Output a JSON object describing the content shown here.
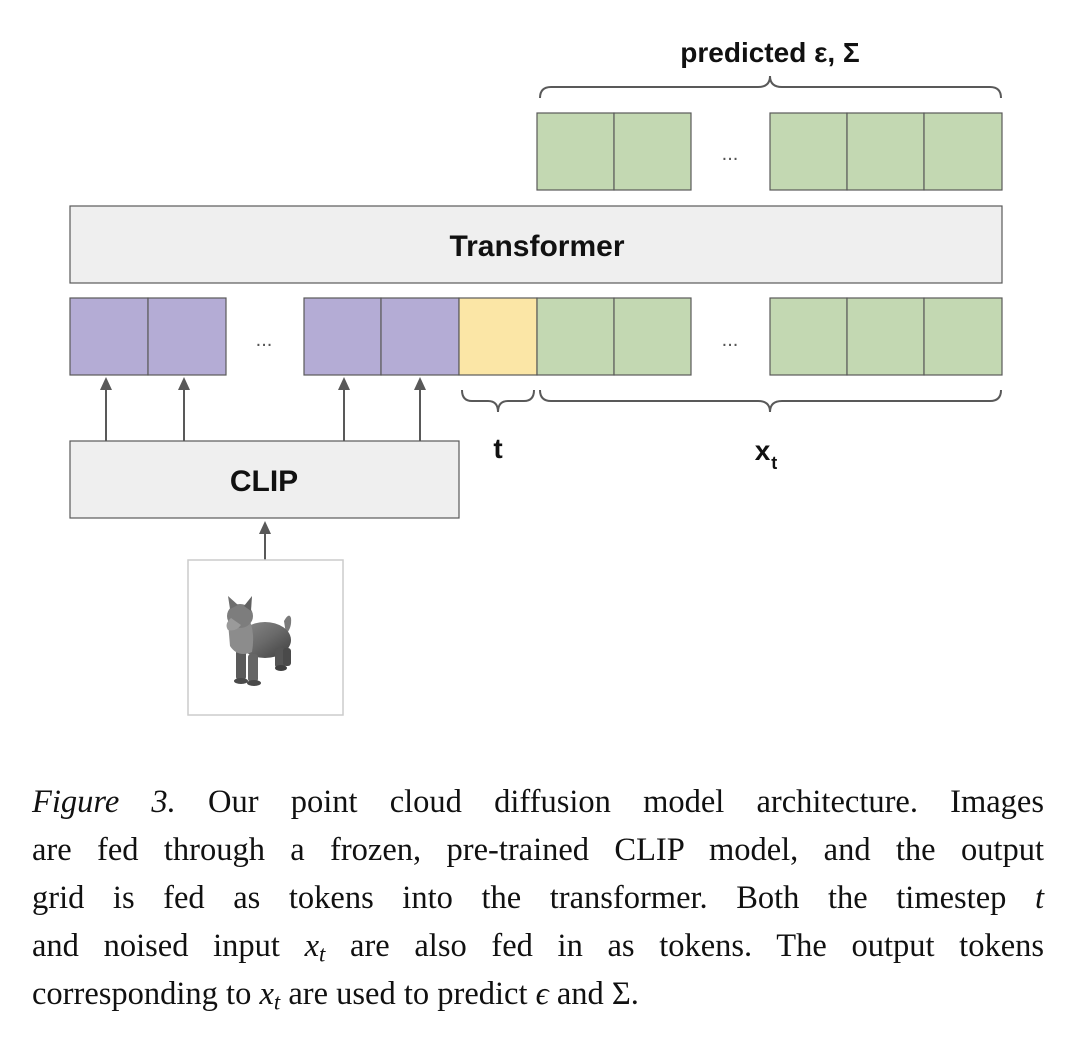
{
  "diagram": {
    "labels": {
      "predicted": "predicted ε, Σ",
      "transformer": "Transformer",
      "clip": "CLIP",
      "t": "t",
      "xt_base": "x",
      "xt_sub": "t",
      "ellipsis": "..."
    },
    "colors": {
      "clip_token": "#b4acd5",
      "timestep_token": "#fbe6a6",
      "x_token": "#c3d8b2",
      "block_fill": "#efefef",
      "stroke": "#595959"
    },
    "icons": {
      "input_image": "corgi-figure-icon"
    }
  },
  "caption": {
    "fig_label": "Figure 3.",
    "line1": "Our point cloud diffusion model architecture. Images",
    "line2": "are fed through a frozen, pre-trained CLIP model, and the output",
    "line3_a": "grid is fed as tokens into the transformer. Both the timestep",
    "line3_var": "t",
    "line4_a": "and noised input",
    "line4_var": "x",
    "line4_sub": "t",
    "line4_b": "are also fed in as tokens. The output tokens",
    "line5_a": "corresponding to",
    "line5_var": "x",
    "line5_sub": "t",
    "line5_b": "are used to predict",
    "line5_eps": "ϵ",
    "line5_c": "and",
    "line5_sigma": "Σ."
  }
}
